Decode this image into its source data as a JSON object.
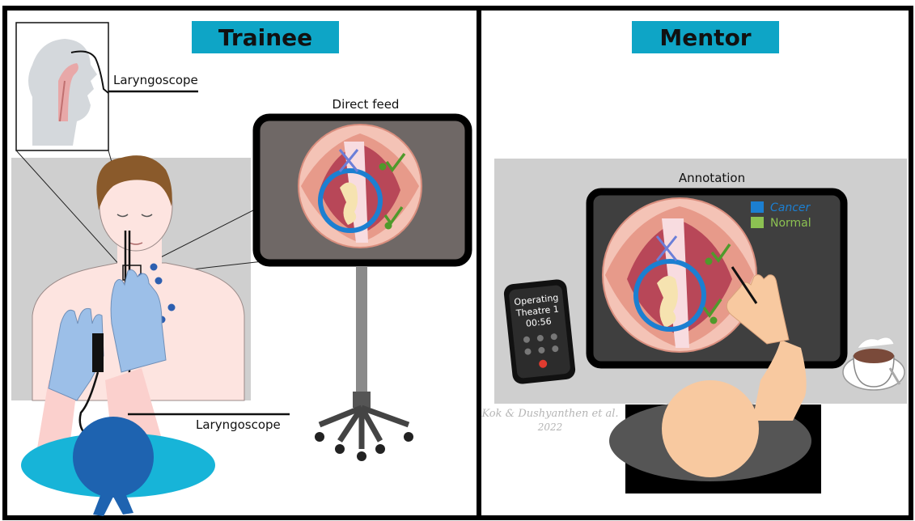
{
  "trainee_panel": {
    "title": "Trainee",
    "inset_label": "Laryngoscope",
    "bottom_label": "Laryngoscope",
    "monitor_label": "Direct feed"
  },
  "mentor_panel": {
    "title": "Mentor",
    "monitor_label": "Annotation",
    "legend": [
      {
        "label": "Cancer",
        "color": "#1c7fd1"
      },
      {
        "label": "Normal",
        "color": "#8cc152"
      }
    ],
    "phone": {
      "line1": "Operating",
      "line2": "Theatre 1",
      "timer": "00:56"
    },
    "signature_line1": "Kok & Dushyanthen et al.",
    "signature_line2": "2022"
  },
  "colors": {
    "title_box": "#0ea5c6",
    "panel_gray": "#cfcfcf",
    "monitor_screen": "#6f6866",
    "mentor_screen": "#3f3f3f",
    "glove": "#9cbfe8",
    "annotation_circle": "#1c7fd1",
    "check_green": "#4f9a2b"
  }
}
